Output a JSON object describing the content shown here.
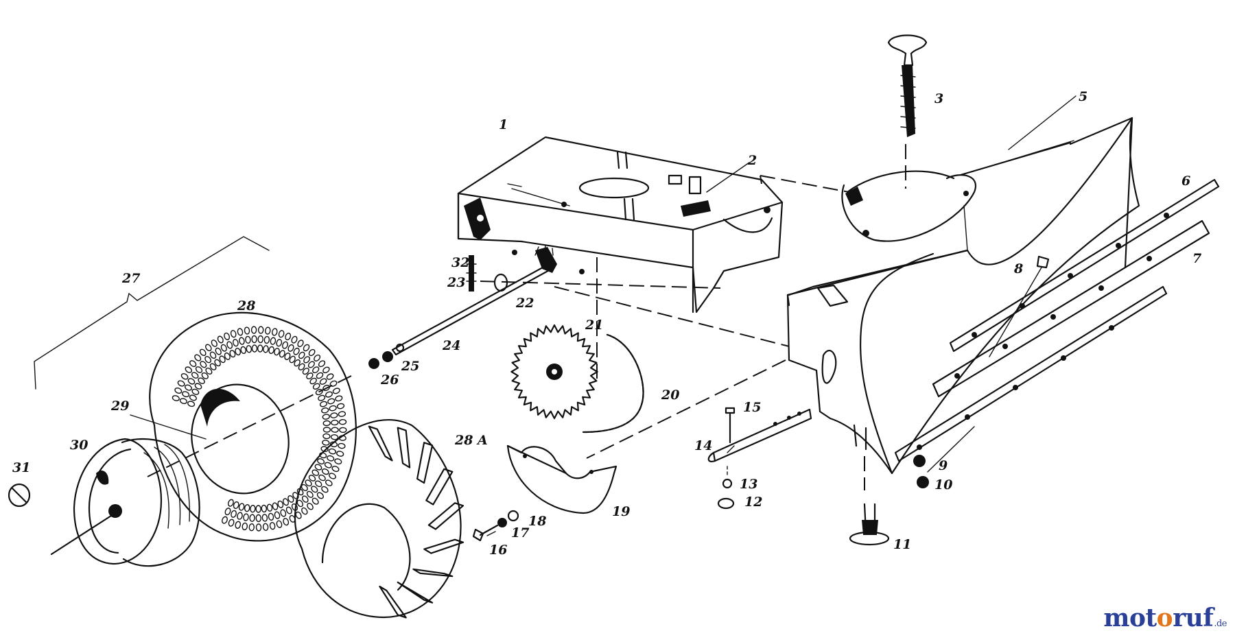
{
  "diagram": {
    "callouts": {
      "p1": "1",
      "p2": "2",
      "p3": "3",
      "p5": "5",
      "p6": "6",
      "p7": "7",
      "p8": "8",
      "p9": "9",
      "p10": "10",
      "p11": "11",
      "p12": "12",
      "p13": "13",
      "p14": "14",
      "p15": "15",
      "p16": "16",
      "p17": "17",
      "p18": "18",
      "p19": "19",
      "p20": "20",
      "p21": "21",
      "p22": "22",
      "p23": "23",
      "p24": "24",
      "p25": "25",
      "p26": "26",
      "p27": "27",
      "p28": "28",
      "p28a": "28 A",
      "p29": "29",
      "p30": "30",
      "p31": "31",
      "p32": "32"
    }
  },
  "watermark": {
    "m1": "m",
    "o1": "o",
    "t": "t",
    "o2": "o",
    "r": "r",
    "u": "u",
    "f": "f",
    "tld": ".de",
    "colors": {
      "blue": "#2a3f97",
      "orange": "#e2761b"
    }
  }
}
